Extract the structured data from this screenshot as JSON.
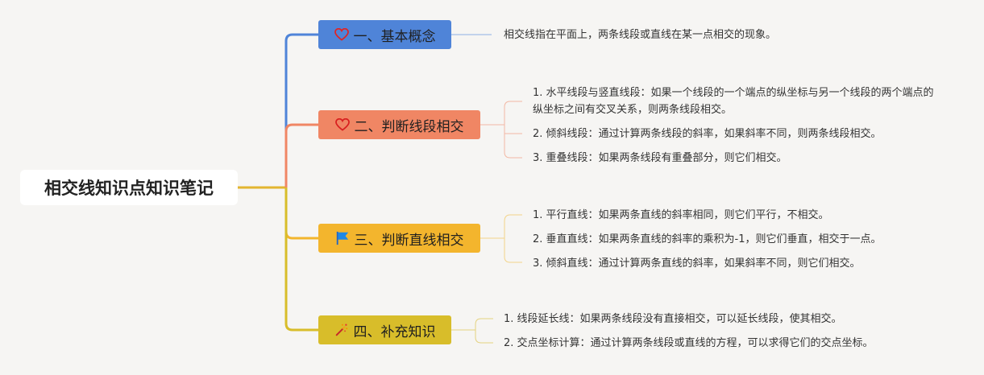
{
  "root": {
    "title": "相交线知识点知识笔记"
  },
  "colors": {
    "branch1": "#4f84d8",
    "branch2": "#f08664",
    "branch3": "#f3b52d",
    "branch4": "#d8bd2a",
    "root_connector": "#e8b830"
  },
  "branches": [
    {
      "label": "一、基本概念",
      "icon": "heart-icon",
      "items": [
        "相交线指在平面上，两条线段或直线在某一点相交的现象。"
      ]
    },
    {
      "label": "二、判断线段相交",
      "icon": "heart-icon",
      "items": [
        "1. 水平线段与竖直线段：如果一个线段的一个端点的纵坐标与另一个线段的两个端点的纵坐标之间有交叉关系，则两条线段相交。",
        "2. 倾斜线段：通过计算两条线段的斜率，如果斜率不同，则两条线段相交。",
        "3. 重叠线段：如果两条线段有重叠部分，则它们相交。"
      ]
    },
    {
      "label": "三、判断直线相交",
      "icon": "flag-icon",
      "items": [
        "1. 平行直线：如果两条直线的斜率相同，则它们平行，不相交。",
        "2. 垂直直线：如果两条直线的斜率的乘积为-1，则它们垂直，相交于一点。",
        "3. 倾斜直线：通过计算两条直线的斜率，如果斜率不同，则它们相交。"
      ]
    },
    {
      "label": "四、补充知识",
      "icon": "sparkle-icon",
      "items": [
        "1. 线段延长线：如果两条线段没有直接相交，可以延长线段，使其相交。",
        "2. 交点坐标计算：通过计算两条线段或直线的方程，可以求得它们的交点坐标。"
      ]
    }
  ]
}
